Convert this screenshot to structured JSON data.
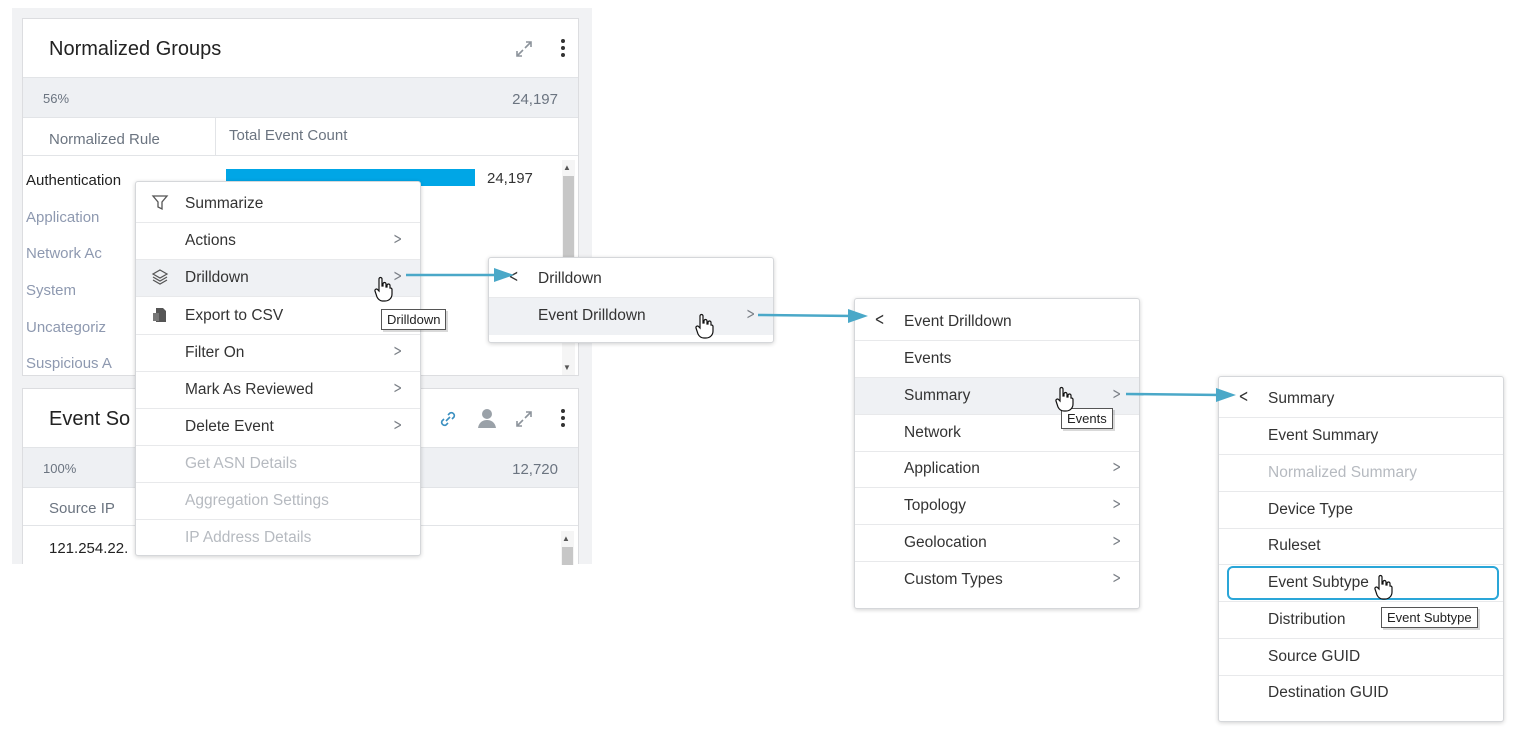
{
  "widget1": {
    "title": "Normalized Groups",
    "percent": "56%",
    "total": "24,197",
    "columns": [
      "Normalized Rule",
      "Total Event Count"
    ],
    "rows": [
      "Authentication",
      "Application",
      "Network Ac",
      "System",
      "Uncategoriz",
      "Suspicious A"
    ],
    "bar_value": "24,197",
    "bar_fraction": 1.0
  },
  "widget2": {
    "title": "Event So",
    "percent": "100%",
    "total": "12,720",
    "columns": [
      "Source IP"
    ],
    "rows": [
      "121.254.22."
    ]
  },
  "context_menu": {
    "items": [
      {
        "label": "Summarize",
        "icon": "filter-icon",
        "has_submenu": false,
        "disabled": false
      },
      {
        "label": "Actions",
        "icon": "",
        "has_submenu": true,
        "disabled": false
      },
      {
        "label": "Drilldown",
        "icon": "layers-icon",
        "has_submenu": true,
        "disabled": false
      },
      {
        "label": "Export to CSV",
        "icon": "export-icon",
        "has_submenu": false,
        "disabled": false
      },
      {
        "label": "Filter On",
        "icon": "",
        "has_submenu": true,
        "disabled": false
      },
      {
        "label": "Mark As Reviewed",
        "icon": "",
        "has_submenu": true,
        "disabled": false
      },
      {
        "label": "Delete Event",
        "icon": "",
        "has_submenu": true,
        "disabled": false
      },
      {
        "label": "Get ASN Details",
        "icon": "",
        "has_submenu": false,
        "disabled": true
      },
      {
        "label": "Aggregation Settings",
        "icon": "",
        "has_submenu": false,
        "disabled": true
      },
      {
        "label": "IP Address Details",
        "icon": "",
        "has_submenu": false,
        "disabled": true
      }
    ],
    "tooltip": "Drilldown"
  },
  "drilldown_menu": {
    "back_label": "Drilldown",
    "items": [
      {
        "label": "Event Drilldown",
        "has_submenu": true
      }
    ]
  },
  "event_drilldown_menu": {
    "back_label": "Event Drilldown",
    "items": [
      {
        "label": "Events",
        "has_submenu": false
      },
      {
        "label": "Summary",
        "has_submenu": true
      },
      {
        "label": "Network",
        "has_submenu": false
      },
      {
        "label": "Application",
        "has_submenu": true
      },
      {
        "label": "Topology",
        "has_submenu": true
      },
      {
        "label": "Geolocation",
        "has_submenu": true
      },
      {
        "label": "Custom Types",
        "has_submenu": true
      }
    ],
    "tooltip": "Events"
  },
  "summary_menu": {
    "back_label": "Summary",
    "items": [
      {
        "label": "Event Summary",
        "disabled": false
      },
      {
        "label": "Normalized Summary",
        "disabled": true
      },
      {
        "label": "Device Type",
        "disabled": false
      },
      {
        "label": "Ruleset",
        "disabled": false
      },
      {
        "label": "Event Subtype",
        "disabled": false
      },
      {
        "label": "Distribution",
        "disabled": false
      },
      {
        "label": "Source GUID",
        "disabled": false
      },
      {
        "label": "Destination GUID",
        "disabled": false
      }
    ],
    "tooltip": "Event Subtype"
  },
  "colors": {
    "accent": "#00a6e6",
    "arrow": "#4aa8c8",
    "highlight": "#2aa6d8",
    "disabled_text": "#b6bac0"
  }
}
